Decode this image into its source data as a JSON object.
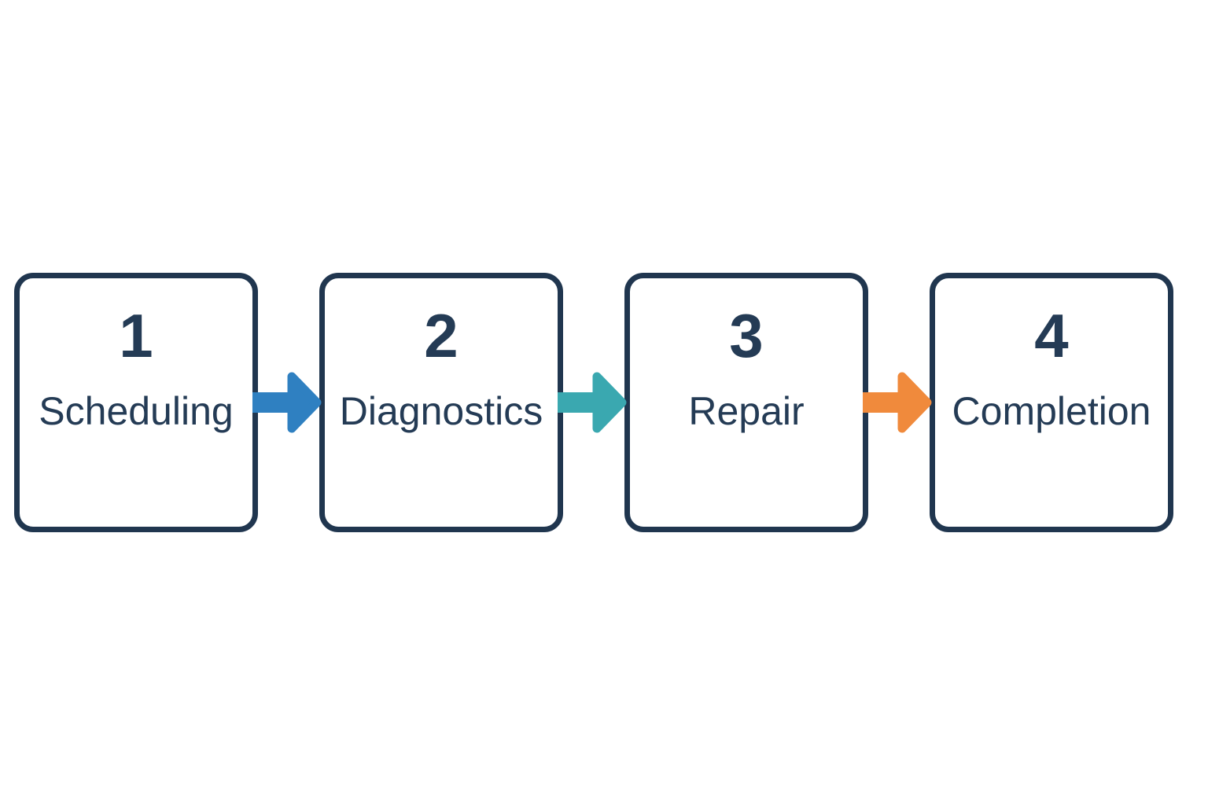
{
  "diagram": {
    "type": "process-flow",
    "orientation": "horizontal",
    "steps": [
      {
        "number": "1",
        "label": "Scheduling"
      },
      {
        "number": "2",
        "label": "Diagnostics"
      },
      {
        "number": "3",
        "label": "Repair"
      },
      {
        "number": "4",
        "label": "Completion"
      }
    ],
    "arrows": [
      {
        "from": "Scheduling",
        "to": "Diagnostics",
        "color": "#2F80C1"
      },
      {
        "from": "Diagnostics",
        "to": "Repair",
        "color": "#3AA8B0"
      },
      {
        "from": "Repair",
        "to": "Completion",
        "color": "#F08A3C"
      }
    ],
    "colors": {
      "background": "#FFFFFF",
      "box_fill": "#FFFFFF",
      "box_border": "#20364F",
      "text": "#243B55",
      "arrow_blue": "#2F80C1",
      "arrow_teal": "#3AA8B0",
      "arrow_orange": "#F08A3C"
    }
  }
}
